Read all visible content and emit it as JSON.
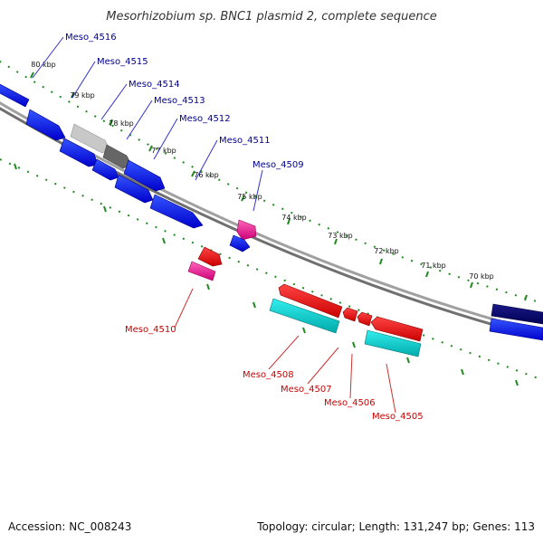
{
  "title": "Mesorhizobium sp. BNC1 plasmid 2, complete sequence",
  "footer": {
    "accession": "Accession: NC_008243",
    "summary": "Topology: circular; Length: 131,247 bp; Genes: 113"
  },
  "scale_ticks": [
    {
      "label": "80 kbp"
    },
    {
      "label": "79 kbp"
    },
    {
      "label": "78 kbp"
    },
    {
      "label": "77 kbp"
    },
    {
      "label": "76 kbp"
    },
    {
      "label": "75 kbp"
    },
    {
      "label": "74 kbp"
    },
    {
      "label": "73 kbp"
    },
    {
      "label": "72 kbp"
    },
    {
      "label": "71 kbp"
    },
    {
      "label": "70 kbp"
    }
  ],
  "gene_labels": {
    "forward": [
      "Meso_4516",
      "Meso_4515",
      "Meso_4514",
      "Meso_4513",
      "Meso_4512",
      "Meso_4511",
      "Meso_4509"
    ],
    "reverse": [
      "Meso_4510",
      "Meso_4508",
      "Meso_4507",
      "Meso_4506",
      "Meso_4505"
    ]
  },
  "colors": {
    "forward_label": "#00008b",
    "reverse_label": "#cc0000",
    "backbone": "#808080",
    "tick_dots": "#228b22",
    "cds_forward": "#0000ff",
    "cds_reverse": "#ff0000",
    "rna": "#ff3399",
    "cds_cyan": "#00cccc",
    "grey_light": "#c8c8c8",
    "grey_dark": "#666666",
    "navy": "#000080"
  }
}
